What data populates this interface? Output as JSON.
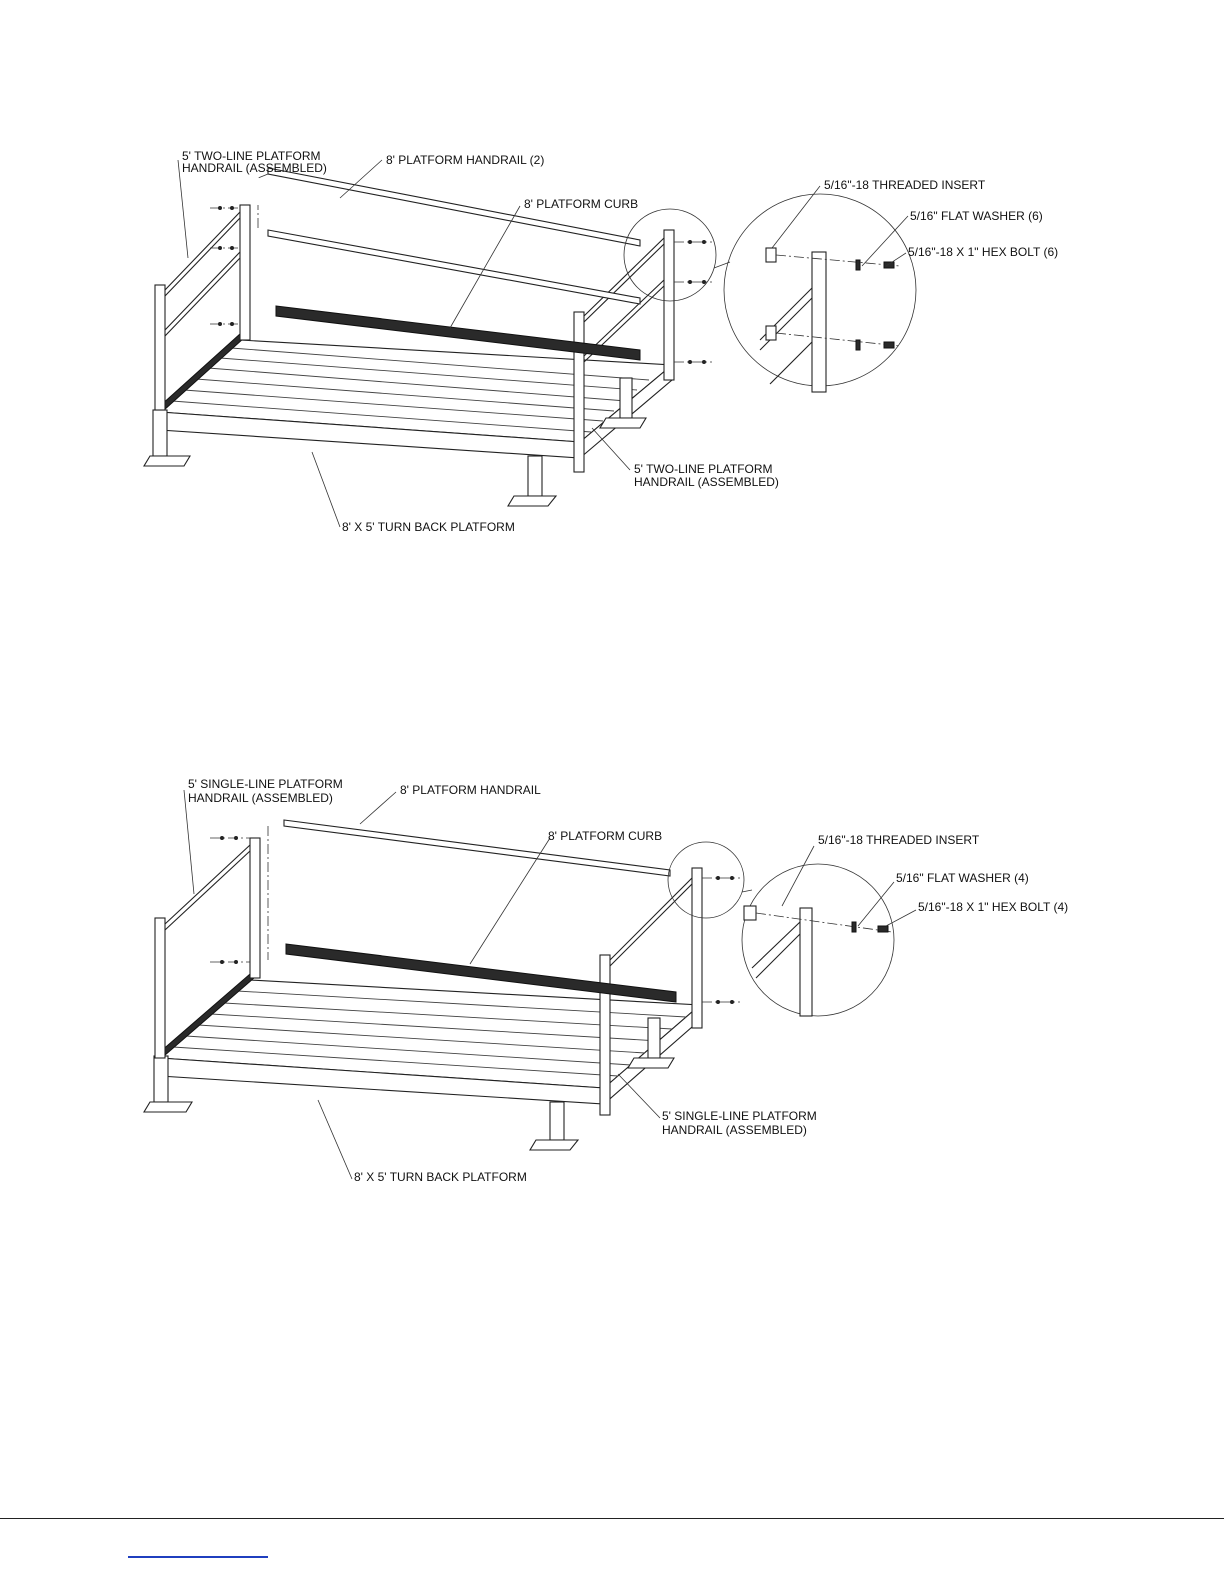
{
  "figure_top": {
    "labels": {
      "left_handrail": [
        "5' TWO-LINE PLATFORM",
        "HANDRAIL (ASSEMBLED)"
      ],
      "handrail": "8' PLATFORM HANDRAIL (2)",
      "curb": "8' PLATFORM CURB",
      "insert": "5/16\"-18 THREADED INSERT",
      "washer": "5/16\" FLAT WASHER (6)",
      "bolt": "5/16\"-18 X 1\" HEX BOLT (6)",
      "right_handrail": [
        "5' TWO-LINE PLATFORM",
        "HANDRAIL (ASSEMBLED)"
      ],
      "platform": "8' X 5' TURN BACK PLATFORM"
    }
  },
  "figure_bottom": {
    "labels": {
      "left_handrail": [
        "5' SINGLE-LINE PLATFORM",
        "HANDRAIL (ASSEMBLED)"
      ],
      "handrail": "8' PLATFORM HANDRAIL",
      "curb": "8' PLATFORM CURB",
      "insert": "5/16\"-18 THREADED INSERT",
      "washer": "5/16\" FLAT WASHER (4)",
      "bolt": "5/16\"-18 X 1\" HEX BOLT (4)",
      "right_handrail": [
        "5' SINGLE-LINE PLATFORM",
        "HANDRAIL (ASSEMBLED)"
      ],
      "platform": "8' X 5' TURN BACK PLATFORM"
    }
  }
}
